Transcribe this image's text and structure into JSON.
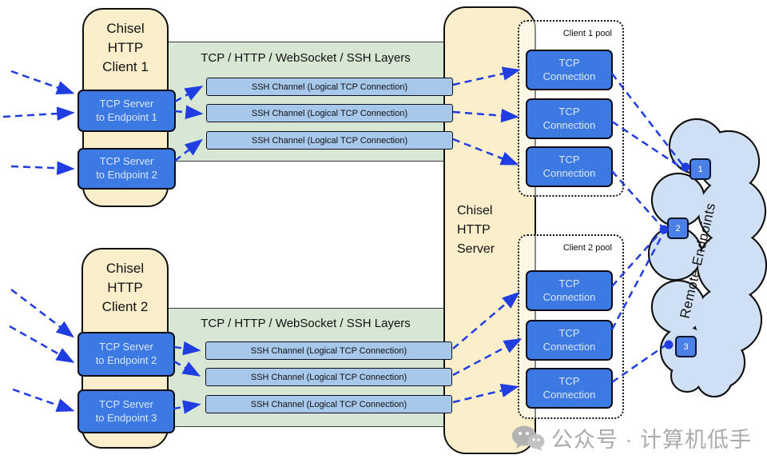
{
  "colors": {
    "cream": "#fbeecb",
    "band-green": "#d8e7d4",
    "box-blue": "#3d79e2",
    "bar-blue": "#a7c7eb",
    "cloud-blue": "#cfe0f4",
    "arrow-blue": "#1f3de0",
    "watermark-gray": "#ababab"
  },
  "clients": [
    {
      "title_lines": [
        "Chisel",
        "HTTP",
        "Client 1"
      ],
      "tcp_servers": [
        {
          "line1": "TCP Server",
          "line2": "to Endpoint 1"
        },
        {
          "line1": "TCP Server",
          "line2": "to Endpoint 2"
        }
      ]
    },
    {
      "title_lines": [
        "Chisel",
        "HTTP",
        "Client 2"
      ],
      "tcp_servers": [
        {
          "line1": "TCP Server",
          "line2": "to Endpoint 2"
        },
        {
          "line1": "TCP Server",
          "line2": "to Endpoint 3"
        }
      ]
    }
  ],
  "band_label": "TCP / HTTP / WebSocket / SSH Layers",
  "ssh_channel_label": "SSH Channel (Logical TCP Connection)",
  "server_title_lines": [
    "Chisel",
    "HTTP",
    "Server"
  ],
  "pools": [
    {
      "label": "Client 1 pool"
    },
    {
      "label": "Client 2 pool"
    }
  ],
  "tcp_connection": {
    "line1": "TCP",
    "line2": "Connection"
  },
  "cloud": {
    "label": "Remote Endpoints",
    "endpoints": [
      "1",
      "2",
      "3"
    ]
  },
  "watermark": "公众号 · 计算机低手"
}
